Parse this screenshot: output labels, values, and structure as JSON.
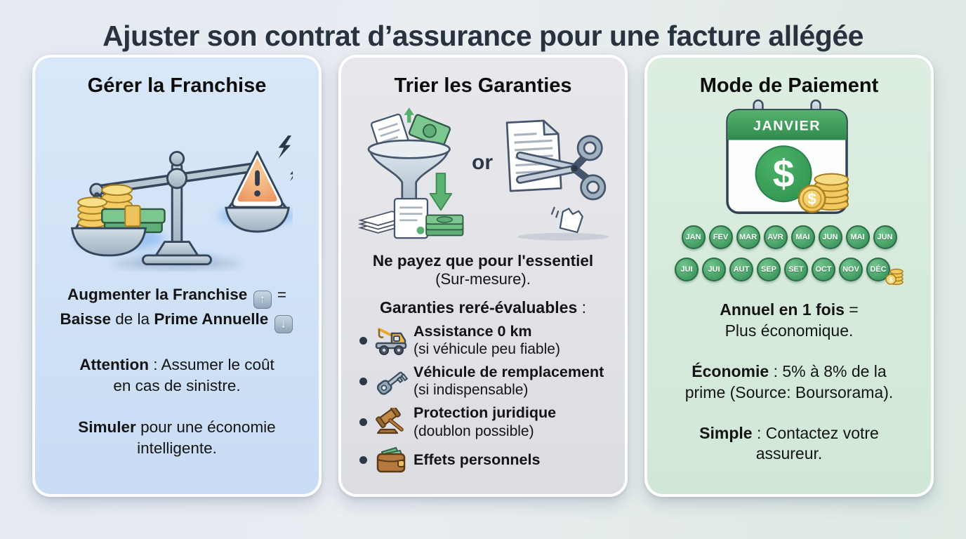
{
  "title": "Ajuster son contrat d’assurance pour une facture allégée",
  "colors": {
    "background_left": "#e5eaf3",
    "background_right": "#dde9e2",
    "title_text": "#28333f",
    "card_franchise_bg": "#d3e3f7",
    "card_garanties_bg": "#e2e3e8",
    "card_paiement_bg": "#d7ecdc",
    "month_badge_green": "#3f9a60",
    "calendar_green": "#3a9e58",
    "coin_gold": "#f2ca60",
    "warning_orange": "#f0a06c",
    "scale_metal": "#b9c7d3",
    "glow_blue": "#6ea8ee"
  },
  "cards": {
    "franchise": {
      "title": "Gérer la Franchise",
      "illustration": "balance-scale-with-money-and-warning",
      "equation": {
        "l1_bold": "Augmenter la Franchise",
        "up_glyph": "↑",
        "l1_eq": "=",
        "l2_bold1": "Baisse",
        "l2_mid": " de la ",
        "l2_bold2": "Prime Annuelle",
        "down_glyph": "↓"
      },
      "attention": {
        "bold": "Attention",
        "l1": " : Assumer le coût",
        "l2": "en cas de sinistre."
      },
      "simuler": {
        "bold": "Simuler",
        "l1": " pour une économie",
        "l2": "intelligente."
      }
    },
    "garanties": {
      "title": "Trier les Garanties",
      "illustration_left": "funnel-filtering-documents-and-money",
      "or_label": "or",
      "illustration_right": "scissors-cutting-document",
      "lead_bold": "Ne payez que pour l'essentiel",
      "lead_paren": "(Sur-mesure).",
      "list_title": "Garanties reré-évaluables",
      "list_colon": " :",
      "items": [
        {
          "icon": "tow-truck-icon",
          "bold": "Assistance 0 km",
          "note": "(si véhicule peu fiable)"
        },
        {
          "icon": "key-icon",
          "bold": "Véhicule de remplacement",
          "note": "(si indispensable)"
        },
        {
          "icon": "gavel-icon",
          "bold": "Protection juridique",
          "note": "(doublon possible)"
        },
        {
          "icon": "wallet-icon",
          "bold": "Effets personnels",
          "note": ""
        }
      ]
    },
    "paiement": {
      "title": "Mode de Paiement",
      "illustration": "calendar-with-dollar-and-coins",
      "calendar_month": "JANVIER",
      "currency": "$",
      "months_row1": [
        "JAN",
        "FEV",
        "MAR",
        "AVR",
        "MAI",
        "JUN",
        "MAI",
        "JUN"
      ],
      "months_row2": [
        "JUI",
        "JUI",
        "AUT",
        "SEP",
        "SET",
        "OCT",
        "NOV",
        "DÉC"
      ],
      "annual": {
        "l1_bold": "Annuel en 1 fois",
        "l1_eq": " =",
        "l2": "Plus économique."
      },
      "economy": {
        "bold": "Économie",
        "l1": " : 5% à 8% de la",
        "l2": "prime (Source: Boursorama)."
      },
      "simple": {
        "bold": "Simple",
        "l1": " : Contactez votre",
        "l2": "assureur."
      }
    }
  }
}
